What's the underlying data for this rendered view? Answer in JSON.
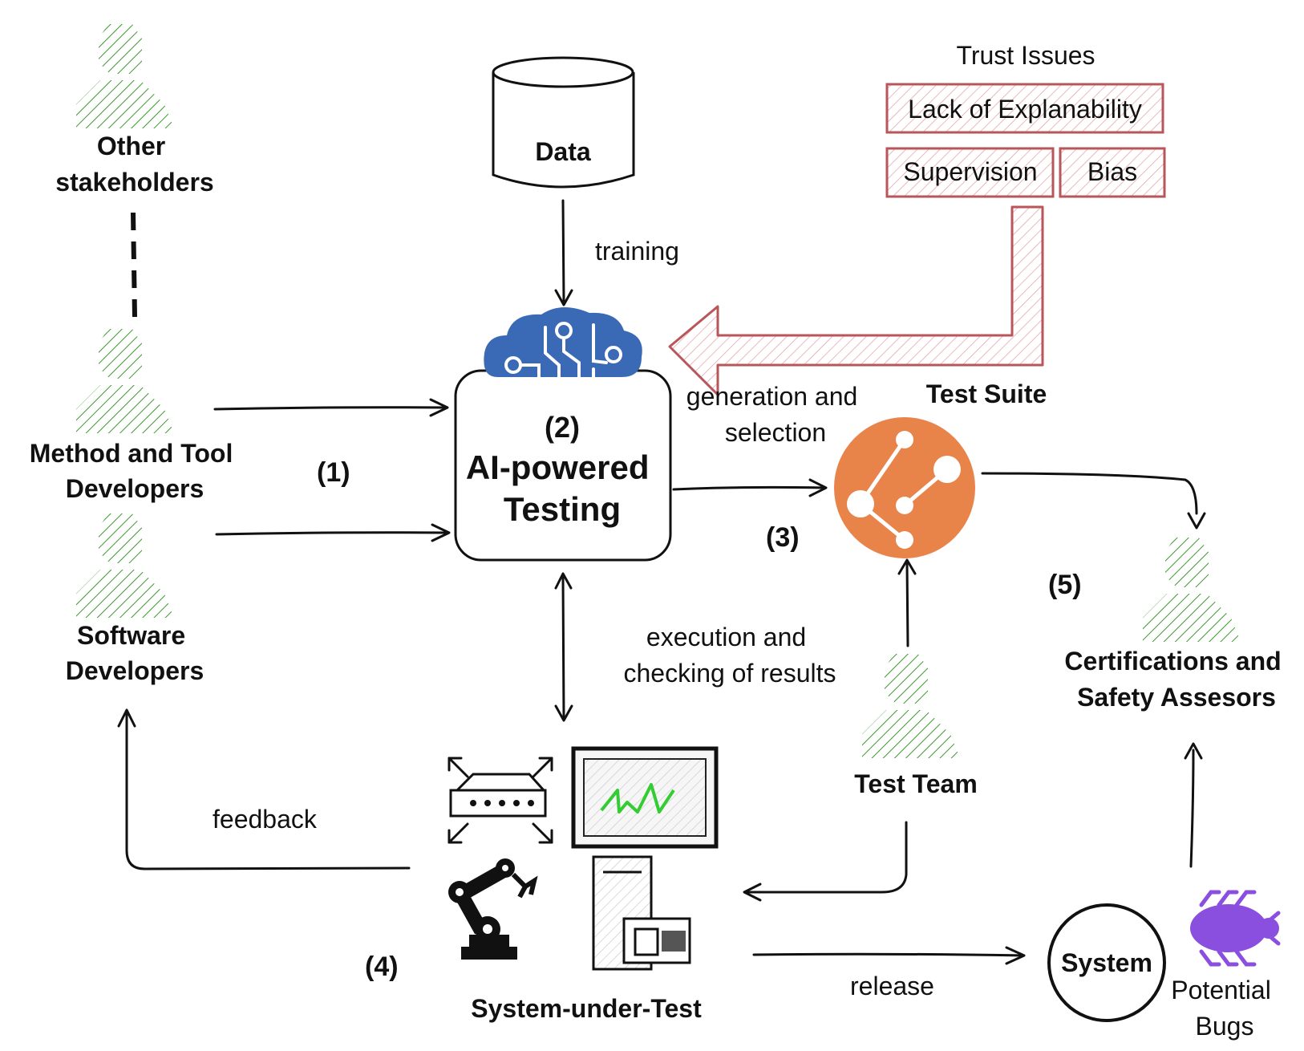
{
  "stakeholders": {
    "other": [
      "Other",
      "stakeholders"
    ],
    "method_tool_devs": [
      "Method and Tool",
      "Developers"
    ],
    "software_devs": [
      "Software",
      "Developers"
    ],
    "test_team": "Test Team",
    "certifiers": [
      "Certifications and",
      "Safety Assesors"
    ]
  },
  "data_store": {
    "label": "Data"
  },
  "edges": {
    "training": "training",
    "generation": [
      "generation and",
      "selection"
    ],
    "execution": [
      "execution and",
      "checking of results"
    ],
    "feedback": "feedback",
    "release": "release"
  },
  "ai_testing": {
    "number": "(2)",
    "title": [
      "AI-powered",
      "Testing"
    ]
  },
  "steps": {
    "s1": "(1)",
    "s3": "(3)",
    "s4": "(4)",
    "s5": "(5)"
  },
  "trust": {
    "title": "Trust Issues",
    "items": [
      "Lack of Explanability",
      "Supervision",
      "Bias"
    ]
  },
  "test_suite": {
    "label": "Test Suite"
  },
  "sut": {
    "label": "System-under-Test"
  },
  "system": {
    "label": "System"
  },
  "bugs": {
    "label": [
      "Potential",
      "Bugs"
    ]
  },
  "colors": {
    "person_green": "#3c9a2e",
    "cloud_blue": "#3a6ab5",
    "suite_orange": "#e8834a",
    "trust_red": "#b8565a",
    "bug_purple": "#8b4fe0",
    "screen_green": "#33cc33"
  }
}
